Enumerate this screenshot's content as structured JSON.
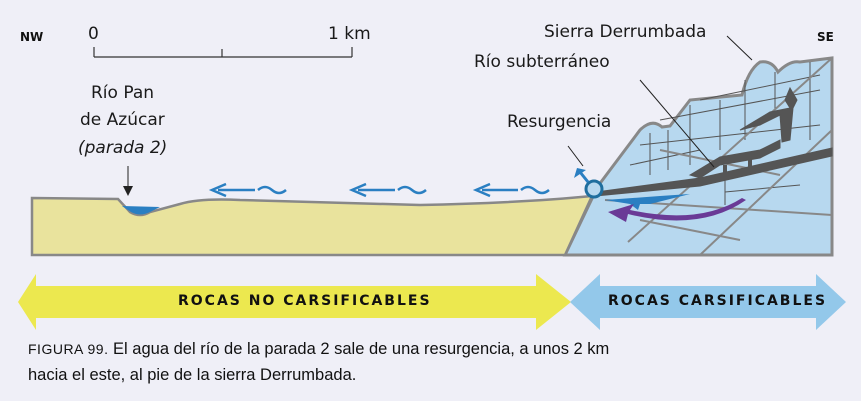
{
  "orientation": {
    "west": "NW",
    "east": "SE"
  },
  "scale": {
    "start": "0",
    "end": "1 km"
  },
  "labels": {
    "river_line1": "Río Pan",
    "river_line2": "de Azúcar",
    "river_line3": "(parada 2)",
    "sierra": "Sierra Derrumbada",
    "underground_river": "Río subterráneo",
    "resurgence": "Resurgencia"
  },
  "bands": {
    "non_karst": "ROCAS NO CARSIFICABLES",
    "karst": "ROCAS CARSIFICABLES"
  },
  "caption": {
    "figure": "FIGURA 99.",
    "line1": " El agua del río de la parada 2 sale de una resurgencia, a unos 2 km",
    "line2": "hacia el este, al pie de la sierra Derrumbada."
  },
  "colors": {
    "sand": "#e9e39d",
    "limestone": "#b7d8ef",
    "water": "#2a7fc2",
    "flow": "#6a3a96",
    "yellow_band": "#ece84f",
    "blue_band": "#93c8ea"
  }
}
